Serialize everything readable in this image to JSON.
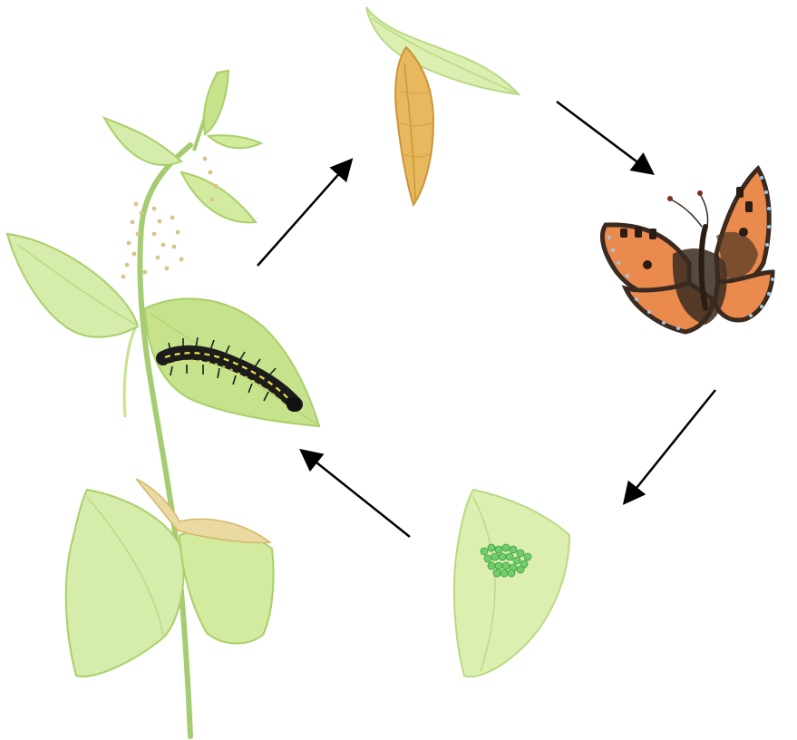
{
  "diagram": {
    "stages": [
      {
        "id": "eggs",
        "icon": "egg-cluster-on-leaf-icon"
      },
      {
        "id": "caterpillar",
        "icon": "caterpillar-on-nettle-icon"
      },
      {
        "id": "pupa",
        "icon": "chrysalis-icon"
      },
      {
        "id": "butterfly",
        "icon": "small-tortoiseshell-butterfly-icon"
      }
    ],
    "cycle_order": [
      "eggs",
      "caterpillar",
      "pupa",
      "butterfly",
      "eggs"
    ],
    "colors": {
      "leaf_light": "#dcefb0",
      "leaf_mid": "#c6e38c",
      "leaf_edge": "#a9cf6a",
      "stem": "#a6cc72",
      "chrysalis": "#e7b85e",
      "caterpillar_body": "#1c1c1c",
      "caterpillar_stripe": "#f1e04a",
      "wing_orange": "#ea8a4c",
      "wing_dark": "#3a2a20",
      "wing_spot_blue": "#9ec9e6",
      "egg_green": "#6fcf6a",
      "arrow": "#000000"
    }
  }
}
